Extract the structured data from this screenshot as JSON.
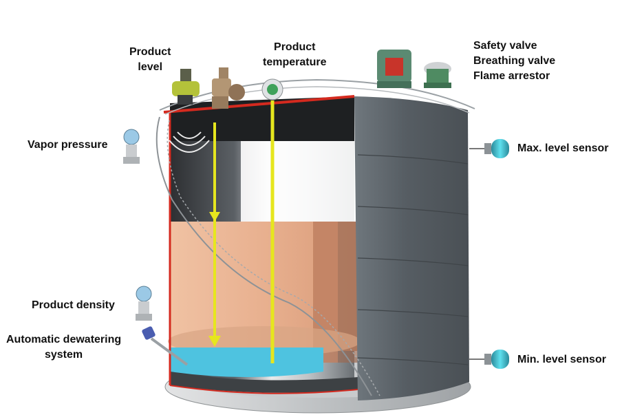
{
  "labels": {
    "product_level": [
      "Product",
      "level"
    ],
    "product_temperature": [
      "Product",
      "temperature"
    ],
    "safety_valve": "Safety valve",
    "breathing_valve": "Breathing valve",
    "flame_arrestor": "Flame arrestor",
    "vapor_pressure": "Vapor pressure",
    "max_level_sensor": "Max. level sensor",
    "min_level_sensor": "Min. level sensor",
    "product_density": "Product density",
    "automatic_dewatering": [
      "Automatic dewatering",
      "system"
    ]
  },
  "icons": {
    "radar_gauge": "radar-level-gauge-icon",
    "servo_gauge": "servo-level-gauge-icon",
    "temperature_transmitter": "temperature-transmitter-icon",
    "safety_valve": "safety-valve-icon",
    "breathing_valve": "breathing-valve-icon",
    "pressure_transmitter": "pressure-transmitter-icon",
    "level_switch": "level-switch-icon",
    "dewatering_probe": "dewatering-probe-icon"
  },
  "colors": {
    "tank_shell": "#5f666c",
    "tank_rim": "#d42a1f",
    "product": "#e8b08f",
    "water": "#4ec3e0",
    "measurement_line": "#e6e61e"
  }
}
